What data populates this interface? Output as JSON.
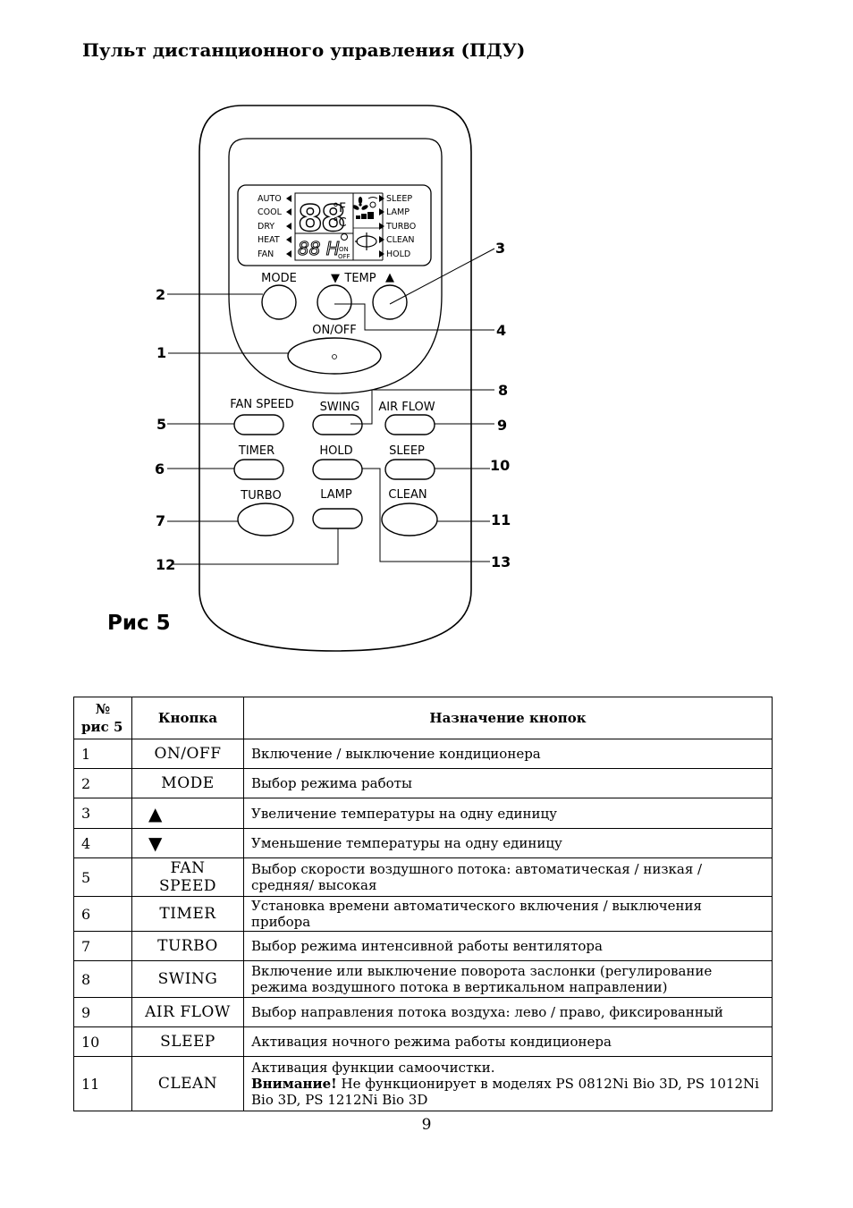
{
  "title": "Пульт дистанционного управления (ПДУ)",
  "figure": {
    "caption": "Рис 5",
    "lcd": {
      "left_modes": [
        "AUTO",
        "COOL",
        "DRY",
        "HEAT",
        "FAN"
      ],
      "right_modes": [
        "SLEEP",
        "LAMP",
        "TURBO",
        "CLEAN",
        "HOLD"
      ],
      "temp_digits": "88",
      "unit_f": "°F",
      "unit_c": "°C",
      "timer_digits": "88 H",
      "on_label": "ON",
      "off_label": "OFF"
    },
    "buttons": {
      "mode": "MODE",
      "temp": "TEMP",
      "temp_down_arrow": "▼",
      "temp_up_arrow": "▲",
      "onoff": "ON/OFF",
      "fan_speed": "FAN SPEED",
      "swing": "SWING",
      "air_flow": "AIR FLOW",
      "timer": "TIMER",
      "hold": "HOLD",
      "sleep": "SLEEP",
      "turbo": "TURBO",
      "lamp": "LAMP",
      "clean": "CLEAN"
    },
    "callouts": {
      "n1": "1",
      "n2": "2",
      "n3": "3",
      "n4": "4",
      "n5": "5",
      "n6": "6",
      "n7": "7",
      "n8": "8",
      "n9": "9",
      "n10": "10",
      "n11": "11",
      "n12": "12",
      "n13": "13"
    }
  },
  "table": {
    "headers": {
      "num_line1": "№",
      "num_line2": "рис 5",
      "button": "Кнопка",
      "purpose": "Назначение кнопок"
    },
    "rows": [
      {
        "num": "1",
        "button": "ON/OFF",
        "desc": "Включение / выключение кондиционера"
      },
      {
        "num": "2",
        "button": "MODE",
        "desc": "Выбор режима работы"
      },
      {
        "num": "3",
        "button": "▲",
        "desc": "Увеличение температуры на одну единицу"
      },
      {
        "num": "4",
        "button": "▼",
        "desc": "Уменьшение температуры на одну единицу"
      },
      {
        "num": "5",
        "button": "FAN SPEED",
        "desc": "Выбор скорости воздушного потока: автоматическая / низкая / средняя/ высокая"
      },
      {
        "num": "6",
        "button": "TIMER",
        "desc": "Установка времени автоматического включения / выключения прибора"
      },
      {
        "num": "7",
        "button": "TURBO",
        "desc": "Выбор режима интенсивной работы вентилятора"
      },
      {
        "num": "8",
        "button": "SWING",
        "desc": "Включение или выключение поворота заслонки (регулирование режима воздушного потока в вертикальном направлении)"
      },
      {
        "num": "9",
        "button": "AIR FLOW",
        "desc": "Выбор направления потока воздуха: лево / право, фиксированный"
      },
      {
        "num": "10",
        "button": "SLEEP",
        "desc": "Активация ночного режима работы кондиционера"
      },
      {
        "num": "11",
        "button": "CLEAN",
        "desc": "Активация функции самоочистки.",
        "warning_label": "Внимание!",
        "warning_text": " Не функционирует в моделях PS 0812Ni Bio 3D, PS 1012Ni Bio 3D, PS 1212Ni Bio 3D"
      }
    ]
  },
  "page_number": "9"
}
